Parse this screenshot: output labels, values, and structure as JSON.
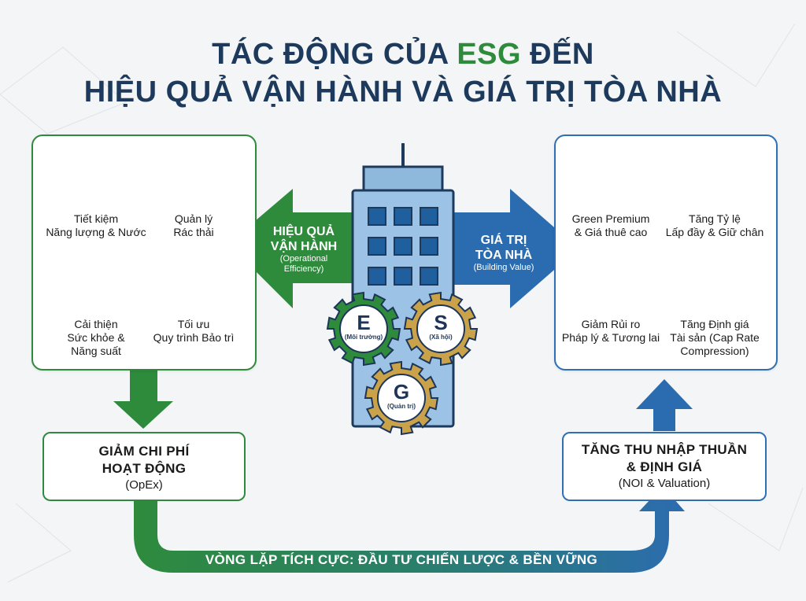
{
  "title": {
    "line1_pre": "TÁC ĐỘNG CỦA ",
    "line1_highlight": "ESG",
    "line1_post": " ĐẾN",
    "line2": "HIỆU QUẢ VẬN HÀNH VÀ GIÁ TRỊ TÒA NHÀ"
  },
  "left_panel": {
    "items": [
      {
        "line1": "Tiết kiệm",
        "line2": "Năng lượng & Nước",
        "icon": "bulb-and-water-drop-icon"
      },
      {
        "line1": "Quản lý",
        "line2": "Rác thải",
        "icon": "recycle-bin-icon"
      },
      {
        "line1": "Cải thiện",
        "line2": "Sức khỏe &",
        "line3": "Năng suất",
        "icon": "office-worker-icon"
      },
      {
        "line1": "Tối ưu",
        "line2": "Quy trình Bảo trì",
        "icon": "maintenance-dashboard-icon"
      }
    ]
  },
  "right_panel": {
    "items": [
      {
        "line1": "Green Premium",
        "line2": "& Giá thuê cao",
        "icon": "green-certificate-icon"
      },
      {
        "line1": "Tăng Tỷ lệ",
        "line2": "Lấp đầy & Giữ chân",
        "icon": "occupied-building-icon"
      },
      {
        "line1": "Giảm Rủi ro",
        "line2": "Pháp lý & Tương lai",
        "icon": "document-shield-icon"
      },
      {
        "line1": "Tăng Định giá",
        "line2": "Tài sản (Cap Rate",
        "line3": "Compression)",
        "icon": "coin-stacks-growth-icon"
      }
    ]
  },
  "left_arrow": {
    "line1": "HIỆU QUẢ",
    "line2": "VẬN HÀNH",
    "sub1": "(Operational",
    "sub2": "Efficiency)"
  },
  "right_arrow": {
    "line1": "GIÁ TRỊ",
    "line2": "TÒA NHÀ",
    "sub1": "(Building Value)"
  },
  "gears": [
    {
      "letter": "E",
      "label": "(Môi trường)"
    },
    {
      "letter": "S",
      "label": "(Xã hội)"
    },
    {
      "letter": "G",
      "label": "(Quản trị)"
    }
  ],
  "opex_box": {
    "line1": "GIẢM CHI PHÍ",
    "line2": "HOẠT ĐỘNG",
    "sub": "(OpEx)"
  },
  "noi_box": {
    "line1": "TĂNG THU NHẬP THUẦN",
    "line2": "& ĐỊNH GIÁ",
    "sub": "(NOI & Valuation)"
  },
  "loop_label": "VÒNG LẶP TÍCH CỰC: ĐẦU TƯ CHIẾN LƯỢC & BỀN VỮNG",
  "colors": {
    "green": "#2e8b3c",
    "blue": "#2b6cb0",
    "navy": "#1d3a5c",
    "gold": "#c9a24a"
  }
}
